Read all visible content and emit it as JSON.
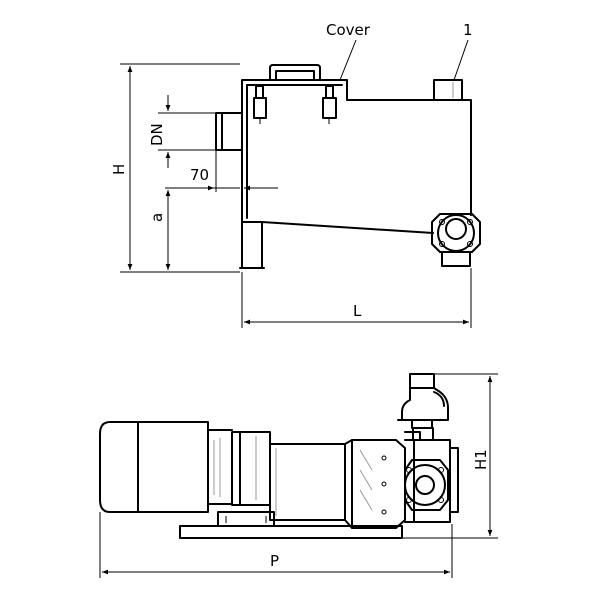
{
  "top_view": {
    "label_cover": "Cover",
    "label_part": "1",
    "dim_H": "H",
    "dim_DN": "DN",
    "dim_70": "70",
    "dim_a": "a",
    "dim_L": "L"
  },
  "bottom_view": {
    "dim_H1": "H1",
    "dim_P": "P"
  },
  "colors": {
    "line": "#000000",
    "background": "#ffffff"
  }
}
